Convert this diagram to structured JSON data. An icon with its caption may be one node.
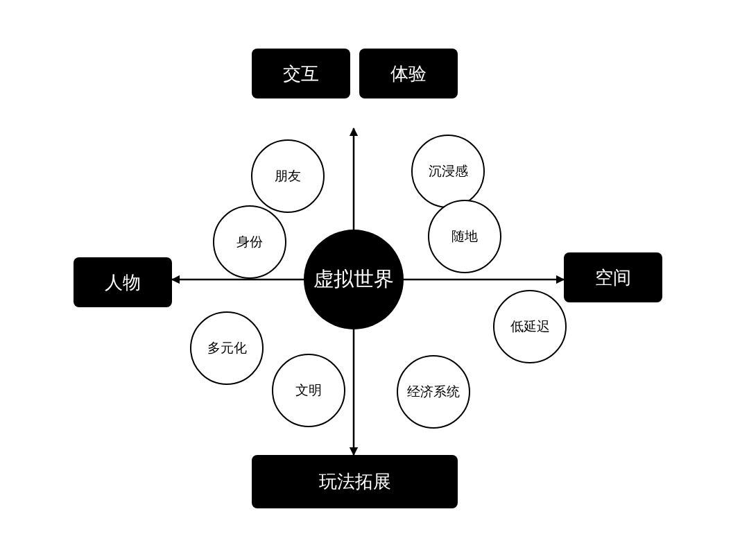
{
  "diagram": {
    "nodes": [
      {
        "text": [
          "交互"
        ]
      },
      {
        "text": [
          "体验"
        ]
      },
      {
        "text": [
          "朋友"
        ]
      },
      {
        "text": [
          "沉浸感"
        ]
      },
      {
        "text": [
          "身份"
        ]
      },
      {
        "text": [
          "虚拟世界"
        ]
      },
      {
        "text": [
          "随地"
        ]
      },
      {
        "text": [
          "人物"
        ]
      },
      {
        "text": [
          "空间"
        ]
      },
      {
        "text": [
          "多元化"
        ]
      },
      {
        "text": [
          "低延迟"
        ]
      },
      {
        "text": [
          "文明"
        ]
      },
      {
        "text": [
          "经济系统"
        ]
      },
      {
        "text": [
          "玩法拓展"
        ]
      }
    ],
    "edges": [
      {
        "from": 5,
        "to": null,
        "arrow": "to"
      },
      {
        "from": 5,
        "to": 7,
        "arrow": "to"
      },
      {
        "from": 5,
        "to": 8,
        "arrow": "to"
      },
      {
        "from": 5,
        "to": 13,
        "arrow": "to"
      }
    ]
  }
}
